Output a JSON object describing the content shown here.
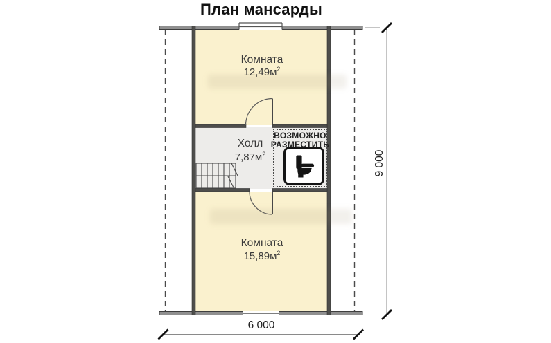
{
  "title": "План мансарды",
  "plan": {
    "room_top": {
      "label": "Комната",
      "area": "12,49м",
      "area_sup": "2"
    },
    "hall": {
      "label": "Холл",
      "area": "7,87м",
      "area_sup": "2"
    },
    "room_bottom": {
      "label": "Комната",
      "area": "15,89м",
      "area_sup": "2"
    },
    "badge": {
      "line1": "ВОЗМОЖНО",
      "line2": "РАЗМЕСТИТЬ",
      "icon": "toilet-icon"
    },
    "dimensions": {
      "width_label": "6 000",
      "height_label": "9 000"
    }
  },
  "colors": {
    "room_fill": "#faf1ce",
    "hall_fill": "#edecea",
    "wall_dark": "#4e4e4c",
    "wall_light": "#909090",
    "dash": "#4a4a4a",
    "dim_line": "#8a8a8a",
    "tick": "#111111",
    "text": "#2e2e2e",
    "icon": "#141414"
  }
}
